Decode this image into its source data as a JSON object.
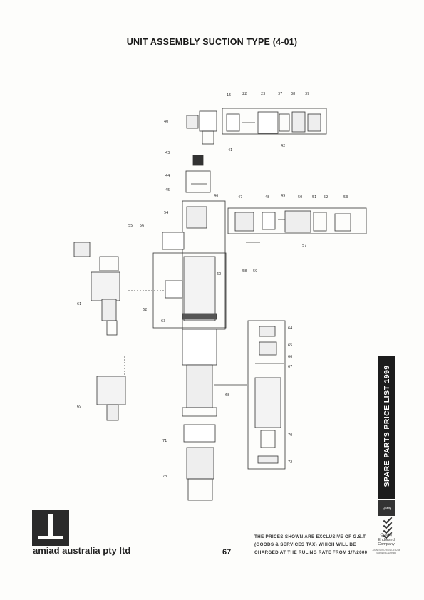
{
  "header": {
    "title": "UNIT ASSEMBLY SUCTION TYPE (4-01)"
  },
  "diagram": {
    "callouts": [
      "15",
      "22",
      "23",
      "37",
      "38",
      "39",
      "40",
      "41",
      "42",
      "43",
      "44",
      "45",
      "46",
      "47",
      "48",
      "49",
      "50",
      "51",
      "52",
      "53",
      "54",
      "55",
      "56",
      "57",
      "58",
      "59",
      "60",
      "61",
      "62",
      "63",
      "64",
      "65",
      "66",
      "67",
      "68",
      "69",
      "70",
      "71",
      "72",
      "73"
    ]
  },
  "footer": {
    "brand": "amiad australia pty ltd",
    "page_number": "67",
    "gst_notice": "THE PRICES SHOWN ARE EXCLUSIVE OF G.S.T (GOODS & SERVICES TAX) WHICH WILL BE CHARGED AT THE RULING RATE FROM 1/7/2000",
    "side_banner": "SPARE PARTS PRICE LIST 1999",
    "cert_badge": "Quality System",
    "cert_line1": "Quality",
    "cert_line2": "Endorsed",
    "cert_line3": "Company",
    "cert_small": "AS/NZS ISO 9001 Lic 3284 Standards Australia"
  },
  "colors": {
    "ink": "#1a1a1a",
    "banner": "#1c1c1c",
    "paper": "#fdfdfb"
  }
}
